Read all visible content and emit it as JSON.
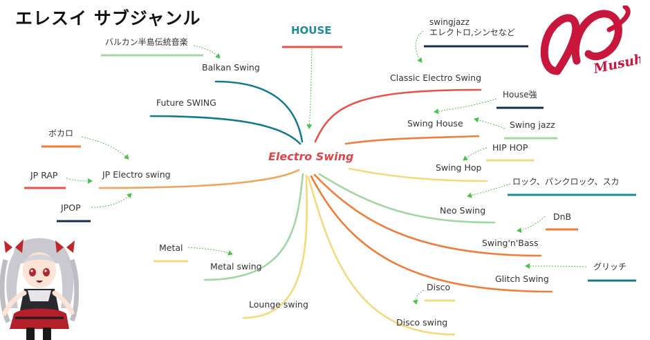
{
  "title": "エレスイ サブジャンル",
  "center": "Electro Swing",
  "house": "HOUSE",
  "nodes": {
    "balkan_note": "バルカン半島伝統音楽",
    "balkan": "Balkan Swing",
    "future": "Future SWING",
    "vocalo": "ボカロ",
    "jprap": "JP RAP",
    "jp_electro": "JP Electro swing",
    "jpop": "JPOP",
    "metal": "Metal",
    "metal_swing": "Metal swing",
    "lounge": "Lounge swing",
    "swingjazz_en": "swingjazz",
    "swingjazz_note": "エレクトロ,シンセなど",
    "classic": "Classic Electro Swing",
    "house_strong": "House強",
    "swing_house": "Swing House",
    "swing_jazz": "Swing jazz",
    "hiphop": "HIP HOP",
    "swing_hop": "Swing Hop",
    "rock": "ロック、パンクロック、スカ",
    "neo": "Neo Swing",
    "dnb": "DnB",
    "swing_bass": "Swing'n'Bass",
    "glitch_note": "グリッチ",
    "glitch": "Glitch Swing",
    "disco": "Disco",
    "disco_swing": "Disco swing"
  },
  "logo_text": "Musuhi",
  "colors": {
    "red": "#e8524a",
    "teal": "#14788e",
    "orange": "#ef7d3c",
    "green": "#9fd7a2",
    "yellow": "#f5d97e",
    "navy": "#132c53",
    "arrow": "#4cc24c",
    "logo": "#c8163d"
  }
}
